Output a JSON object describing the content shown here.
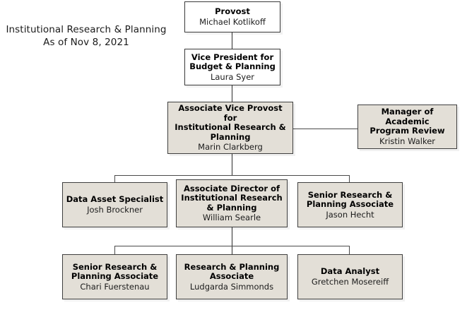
{
  "document": {
    "title_line1": "Institutional Research & Planning",
    "title_line2": "As of Nov 8, 2021"
  },
  "colors": {
    "box_fill_plain": "#ffffff",
    "box_fill_shaded": "#e3dfd7",
    "box_border": "#3a3a3a",
    "connector": "#4a4a4a",
    "text": "#000000",
    "page_background": "#ffffff"
  },
  "org_chart": {
    "type": "org-hierarchy",
    "nodes": [
      {
        "id": "provost",
        "role": "Provost",
        "person": "Michael Kotlikoff",
        "level": 0,
        "shaded": false
      },
      {
        "id": "vp-budget-planning",
        "role": "Vice President for Budget & Planning",
        "role_line1": "Vice President for",
        "role_line2": "Budget & Planning",
        "person": "Laura Syer",
        "level": 1,
        "shaded": false
      },
      {
        "id": "assoc-vice-provost",
        "role": "Associate Vice Provost for Institutional Research & Planning",
        "role_line1": "Associate Vice Provost for",
        "role_line2": "Institutional Research &",
        "role_line3": "Planning",
        "person": "Marin Clarkberg",
        "level": 2,
        "shaded": true
      },
      {
        "id": "manager-academic-program-review",
        "role": "Manager of Academic Program Review",
        "role_line1": "Manager of Academic",
        "role_line2": "Program Review",
        "person": "Kristin Walker",
        "level": 2,
        "shaded": true
      },
      {
        "id": "data-asset-specialist",
        "role": "Data Asset Specialist",
        "person": "Josh Brockner",
        "level": 3,
        "shaded": true
      },
      {
        "id": "assoc-director",
        "role": "Associate Director of Institutional Research & Planning",
        "role_line1": "Associate Director of",
        "role_line2": "Institutional Research",
        "role_line3": "& Planning",
        "person": "William Searle",
        "level": 3,
        "shaded": true
      },
      {
        "id": "senior-research-associate-hecht",
        "role": "Senior Research & Planning Associate",
        "role_line1": "Senior Research &",
        "role_line2": "Planning Associate",
        "person": "Jason Hecht",
        "level": 3,
        "shaded": true
      },
      {
        "id": "senior-research-associate-fuerstenau",
        "role": "Senior Research & Planning Associate",
        "role_line1": "Senior Research &",
        "role_line2": "Planning Associate",
        "person": "Chari Fuerstenau",
        "level": 4,
        "shaded": true
      },
      {
        "id": "research-planning-associate",
        "role": "Research & Planning Associate",
        "role_line1": "Research & Planning",
        "role_line2": "Associate",
        "person": "Ludgarda Simmonds",
        "level": 4,
        "shaded": true
      },
      {
        "id": "data-analyst",
        "role": "Data Analyst",
        "person": "Gretchen Mosereiff",
        "level": 4,
        "shaded": true
      }
    ]
  }
}
